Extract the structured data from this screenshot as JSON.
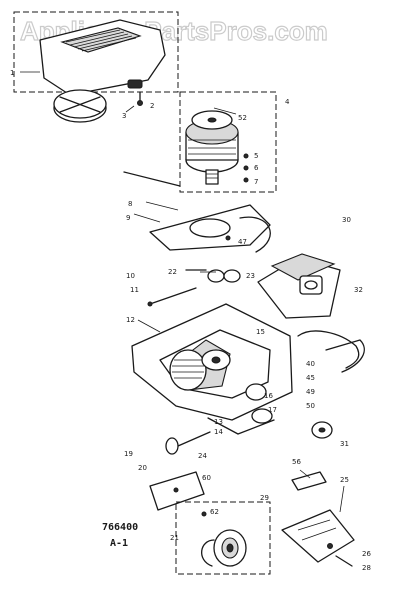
{
  "watermark": "AppliancePartsPros.com",
  "model_number": "766400",
  "sheet_label": "A-1",
  "part_callouts": [
    "1",
    "2",
    "3",
    "4",
    "5",
    "6",
    "7",
    "8",
    "9",
    "10",
    "11",
    "12",
    "13",
    "14",
    "15",
    "16",
    "17",
    "19",
    "20",
    "21",
    "22",
    "23",
    "24",
    "25",
    "26",
    "28",
    "29",
    "30",
    "31",
    "32",
    "40",
    "45",
    "47",
    "49",
    "50",
    "52",
    "56",
    "60",
    "62"
  ],
  "colors": {
    "line": "#1a1a1a",
    "background": "#ffffff",
    "watermark_outline": "#c9c9c9"
  }
}
